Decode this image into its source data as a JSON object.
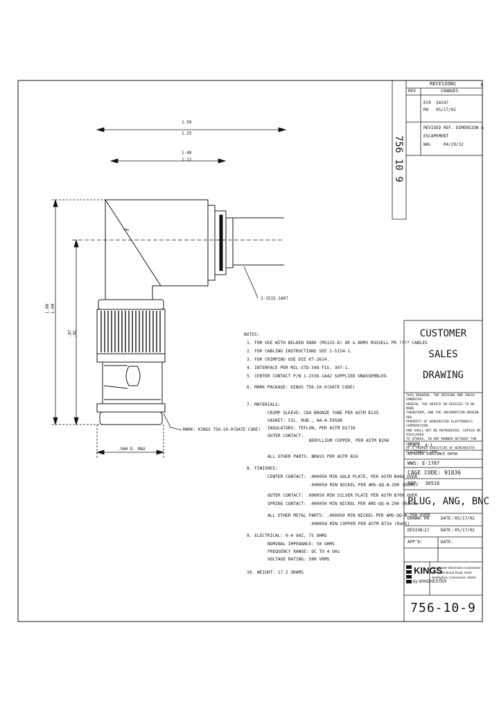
{
  "drawing_number": "756-10-9",
  "side_number": "756 10 9",
  "revisions": {
    "title": "REVISIONS",
    "col_rev": "REV",
    "col_changes": "CHANGES",
    "rows": [
      {
        "rev": "",
        "line1": "ECR  34247",
        "line2": "RH   05/17/02"
      },
      {
        "rev": "",
        "line1": "REVISED REF. DIMENSION &",
        "line2": "ESCAPEMENT",
        "line3": "WAL     04/29/12"
      }
    ]
  },
  "dimensions": {
    "overall_length": "1.50",
    "overall_length_sub": "1.25",
    "body_length": "1.48",
    "body_length_sub": "1.12",
    "height_outer": "1.06",
    "height_outer_sub": "1.00",
    "height_inner": ".87",
    "height_inner_sub": ".81",
    "diameter": ".560 D. MAX",
    "cable_callout": "2-1515-1A07",
    "marking_callout": "MARK: KINGS 756-10-9(DATE CODE)"
  },
  "notes": {
    "heading": "NOTES:",
    "items": [
      "1. FOR USE WITH BELDEN 9880 (MS133-8) OR & ARMS RUSSELL PR ???? CABLES",
      "2. FOR CABLING INSTRUCTIONS SEE 2-5154-1.",
      "3. FOR CRIMPING USE DIE KT-2614.",
      "4. INTERFACE PER MIL-STD-348 FIG. 307-1.",
      "5. CENTER CONTACT P/N 1-2338-1A42 SUPPLIED UNASSEMBLED.",
      "6. MARK PACKAGE: KINGS 756-10-9(DATE CODE)"
    ],
    "materials_heading": "7. MATERIALS:",
    "materials": [
      "CRIMP SLEEVE: CDA BRONZE TUBE PER ASTM B135",
      "GASKET: SIL. RUB., AA-A-59588",
      "INSULATORS: TEFLON, PER ASTM D1710",
      "OUTER CONTACT:",
      "BERYLLIUM COPPER, PER ASTM B196",
      "ALL OTHER PARTS: BRASS PER ASTM B16"
    ],
    "finishes_heading": "8. FINISHES:",
    "finishes": [
      "CENTER CONTACT: .000050 MIN GOLD PLATE, PER ASTM B488 OVER",
      ".000050 MIN NICKEL PER AMS-QQ-N-290 (RoHS)",
      "OUTER CONTACT: .000050 MIN SILVER PLATE PER ASTM B700 OVER",
      "SPRING CONTACT: .000050 MIN NICKEL PER AMS-QQ-N-290 (RoHS)",
      "ALL OTHER METAL PARTS: .000050 MIN NICKEL PER AMS-QQ-N-290 OVER",
      ".000050 MIN COPPER PER ASTM B734 (RoHS)"
    ],
    "electrical_heading": "9. ELECTRICAL: 0-4 GHZ, 75 OHMS",
    "electrical": [
      "NOMINAL IMPEDANCE: 50 OHMS",
      "FREQUENCY RANGE: DC TO 4 GHz",
      "VOLTAGE RATING: 500 VRMS"
    ],
    "weight": "10. WEIGHT: 17.2 GRAMS"
  },
  "title_block": {
    "customer_sales": [
      "CUSTOMER",
      "SALES",
      "DRAWING"
    ],
    "proprietary": [
      "THIS DRAWING, THE DESIGNS AND IDEAS EMBODIED",
      "HEREIN, THE DEVICE OR DEVICES TO BE MADE",
      "THEREFROM, AND THE INFORMATION HEREON ARE",
      "PROPERTY OF WINCHESTER ELECTRONICS CORPORATION",
      "AND SHALL NOT BE REPRODUCED, COPIED OR DISCLOSED",
      "TO OTHERS, IN ANY MANNER WITHOUT THE CONSENT",
      "OF A PROPER EXECUTIVE OF WINCHESTER ELECTRONICS CORP."
    ],
    "scale": "SCALE: 4:1",
    "approved": "APPROVED SUBSTANCE INFOR",
    "wws": "WWS: E-1787",
    "cage_code": "CAGE CODE: 91836",
    "ref": "REF:  30516",
    "part_title": "PLUG, ANG, BNC",
    "drawn_label": "DRAWN:",
    "drawn_by": "RH",
    "drawn_date_label": "DATE:",
    "drawn_date": "05/17/02",
    "design_label": "DESIGN:",
    "design_by": "JJ",
    "design_date_label": "DATE:",
    "design_date": "05/17/02",
    "appd_label": "APP'D:",
    "appd_date_label": "DATE:",
    "logo": "KINGS",
    "logo_sub": "by WINCHESTER",
    "company": [
      "Winchester Electronics Corporation",
      "40 Castle Brand Road, North",
      "Wallingford, Connecticut, 06492"
    ]
  }
}
